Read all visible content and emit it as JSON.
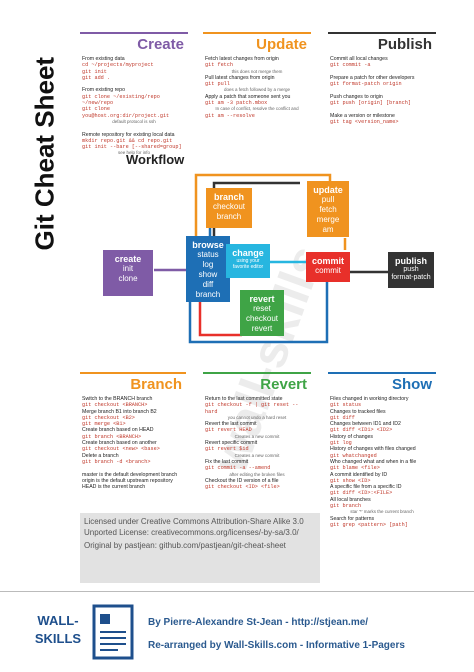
{
  "title": "Git Cheat Sheet",
  "colors": {
    "create": "#7f5ba6",
    "update": "#f0931f",
    "publish": "#333333",
    "branch": "#f0931f",
    "revert": "#3fa446",
    "show": "#1e6fb5",
    "browse": "#1e6fb5",
    "change": "#27b6e0",
    "commit": "#e8302a",
    "workflow_line": "#1e6fb5"
  },
  "create": {
    "heading": "Create",
    "lines": [
      "From existing data",
      "cd ~/projects/myproject",
      "git init",
      "git add .",
      "",
      "From existing repo",
      "git clone ~/existing/repo ~/new/repo",
      "git clone you@host.org:dir/project.git",
      "default protocol is ssh",
      "",
      "Remote repository for existing local data",
      "mkdir repo.git && cd repo.git",
      "git init --bare [--shared=group]",
      "see help for info"
    ]
  },
  "update": {
    "heading": "Update",
    "lines": [
      "Fetch latest changes from origin",
      "git fetch",
      "this does not merge them",
      "Pull latest changes from origin",
      "git pull",
      "does a fetch followed by a merge",
      "Apply a patch that someone sent you",
      "git am -3 patch.mbox",
      "In case of conflict, resolve the conflict and",
      "git am --resolve"
    ]
  },
  "publish": {
    "heading": "Publish",
    "lines": [
      "Commit all local changes",
      "git commit -a",
      "",
      "Prepare a patch for other developers",
      "git format-patch origin",
      "",
      "Push changes to origin",
      "git push [origin] [branch]",
      "",
      "Make a version or milestone",
      "git tag <version_name>"
    ]
  },
  "workflow": {
    "label": "Workflow",
    "nodes": {
      "create": {
        "title": "create",
        "lines": [
          "init",
          "clone"
        ]
      },
      "browse": {
        "title": "browse",
        "lines": [
          "status",
          "log",
          "show",
          "diff",
          "branch"
        ]
      },
      "change": {
        "title": "change",
        "lines": [
          "using your",
          "favorite editor"
        ]
      },
      "branch": {
        "title": "branch",
        "lines": [
          "checkout",
          "branch"
        ]
      },
      "update": {
        "title": "update",
        "lines": [
          "pull",
          "fetch",
          "merge",
          "am"
        ]
      },
      "commit": {
        "title": "commit",
        "lines": [
          "commit"
        ]
      },
      "revert": {
        "title": "revert",
        "lines": [
          "reset",
          "checkout",
          "revert"
        ]
      },
      "publish": {
        "title": "publish",
        "lines": [
          "push",
          "format-patch"
        ]
      }
    }
  },
  "branch": {
    "heading": "Branch",
    "lines": [
      "Switch to the BRANCH branch",
      "git checkout <BRANCH>",
      "Merge branch B1 into branch B2",
      "git checkout <B2>",
      "git merge <B1>",
      "Create branch based on HEAD",
      "git branch <BRANCH>",
      "Create branch based on another",
      "git checkout <new> <base>",
      "Delete a branch",
      "git branch -d <branch>",
      "",
      "master is the default development branch",
      "origin is the default upstream repository",
      "HEAD is the current branch"
    ]
  },
  "revert": {
    "heading": "Revert",
    "lines": [
      "Return to the last committed state",
      "git checkout -f | git reset --hard",
      "you cannot undo a hard reset",
      "Revert the last commit",
      "git revert HEAD",
      "Creates a new commit",
      "Revert specific commit",
      "git revert $id",
      "Creates a new commit",
      "Fix the last commit",
      "git commit -a --amend",
      "after editing the broken files",
      "Checkout the ID version of a file",
      "git checkout <ID> <file>"
    ]
  },
  "show": {
    "heading": "Show",
    "lines": [
      "Files changed in working directory",
      "git status",
      "Changes to tracked files",
      "git diff",
      "Changes between ID1 and ID2",
      "git diff <ID1> <ID2>",
      "History of changes",
      "git log",
      "History of changes with files changed",
      "git whatchanged",
      "Who changed what and when in a file",
      "git blame <file>",
      "A commit identified by ID",
      "git show <ID>",
      "A specific file from a specific ID",
      "git diff <ID>:<FILE>",
      "All local branches",
      "git branch",
      "star '*' marks the current branch",
      "Search for patterns",
      "git grep <pattern> [path]"
    ]
  },
  "license": {
    "line1": "Licensed under Creative Commons Attribution-Share Alike 3.0 Unported License: creativecommons.org/licenses/-by-sa/3.0/",
    "line2": "Original by pastjean: github.com/pastjean/git-cheat-sheet"
  },
  "footer": {
    "brand_top": "WALL-",
    "brand_bottom": "SKILLS",
    "credit1": "By Pierre-Alexandre St-Jean - http://stjean.me/",
    "credit2": "Re-arranged by Wall-Skills.com - Informative 1-Pagers"
  }
}
